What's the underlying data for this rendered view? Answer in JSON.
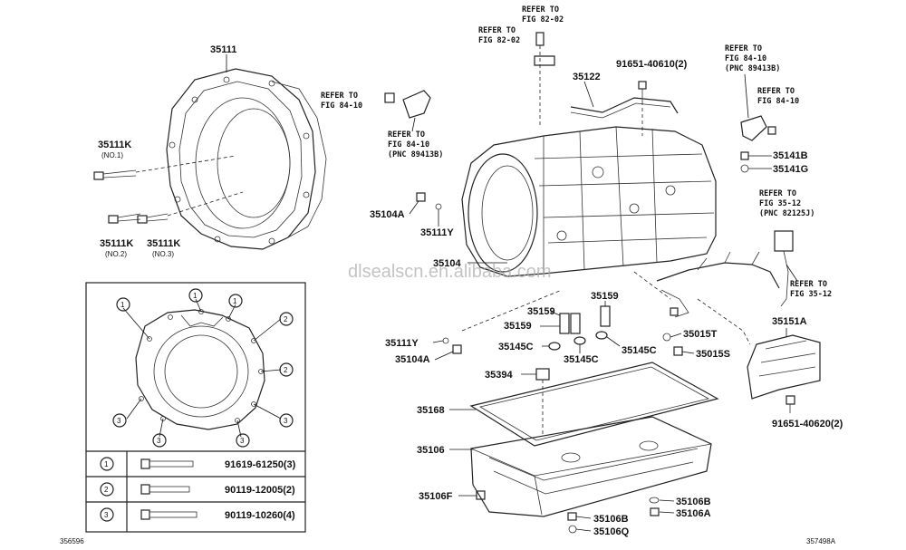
{
  "labels": {
    "p35111": "35111",
    "p35111K_1": "35111K",
    "no1": "(NO.1)",
    "p35111K_2": "35111K",
    "no2": "(NO.2)",
    "p35111K_3": "35111K",
    "no3": "(NO.3)",
    "p35122": "35122",
    "p91651_40610": "91651-40610(2)",
    "p35141B": "35141B",
    "p35141G": "35141G",
    "p35104A_1": "35104A",
    "p35111Y_1": "35111Y",
    "p35104": "35104",
    "p35159_a": "35159",
    "p35159_b": "35159",
    "p35159_c": "35159",
    "p35145C_a": "35145C",
    "p35145C_b": "35145C",
    "p35145C_c": "35145C",
    "p35015T": "35015T",
    "p35015S": "35015S",
    "p35151A": "35151A",
    "p35111Y_2": "35111Y",
    "p35104A_2": "35104A",
    "p35394": "35394",
    "p35168": "35168",
    "p35106": "35106",
    "p35106F": "35106F",
    "p35106B_a": "35106B",
    "p35106Q": "35106Q",
    "p35106B_b": "35106B",
    "p35106A": "35106A",
    "p91651_40620": "91651-40620(2)",
    "code_left": "356596",
    "code_right": "357498A"
  },
  "refs": {
    "r1a": "REFER TO",
    "r1b": "FIG 82-02",
    "r2a": "REFER TO",
    "r2b": "FIG 82-02",
    "r3a": "REFER TO",
    "r3b": "FIG 84-10",
    "r4a": "REFER TO",
    "r4b": "FIG 84-10",
    "r4c": "(PNC 89413B)",
    "r5a": "REFER TO",
    "r5b": "FIG 84-10",
    "r5c": "(PNC 89413B)",
    "r6a": "REFER TO",
    "r6b": "FIG 84-10",
    "r7a": "REFER TO",
    "r7b": "FIG 35-12",
    "r7c": "(PNC 82125J)",
    "r8a": "REFER TO",
    "r8b": "FIG 35-12"
  },
  "inset": {
    "markers": [
      "1",
      "2",
      "3"
    ],
    "rows": [
      {
        "marker": "1",
        "part": "91619-61250(3)"
      },
      {
        "marker": "2",
        "part": "90119-12005(2)"
      },
      {
        "marker": "3",
        "part": "90119-10260(4)"
      }
    ]
  },
  "watermark": "dlsealscn.en.alibaba.com"
}
